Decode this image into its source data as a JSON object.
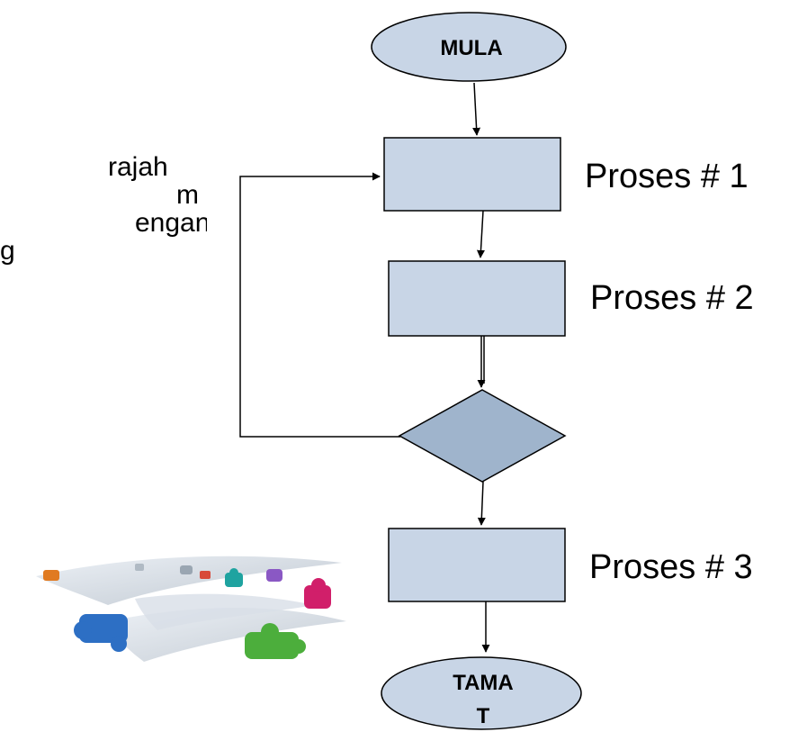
{
  "side_text": {
    "lines": [
      "rajah",
      "m",
      "engan",
      "g"
    ]
  },
  "flowchart": {
    "start": {
      "label": "MULA"
    },
    "end": {
      "label_line1": "TAMA",
      "label_line2": "T"
    },
    "processes": [
      {
        "label": "Proses # 1"
      },
      {
        "label": "Proses # 2"
      },
      {
        "label": "Proses # 3"
      }
    ]
  },
  "colors": {
    "terminal_fill": "#c8d5e6",
    "process_fill": "#c8d5e6",
    "decision_fill": "#9fb4cc",
    "stroke": "#000000"
  }
}
